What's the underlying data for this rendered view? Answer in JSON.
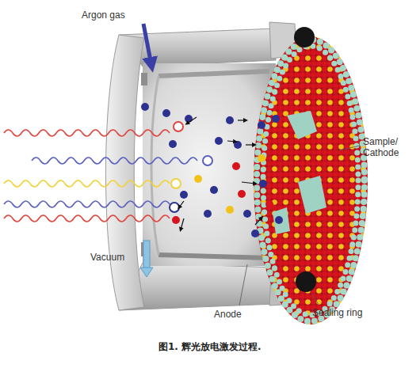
{
  "diagram": {
    "caption": "图1. 辉光放电激发过程.",
    "labels": [
      "Argon gas",
      "Sample/ Cathode",
      "Vacuum",
      "Anode",
      "Sealing ring"
    ]
  }
}
